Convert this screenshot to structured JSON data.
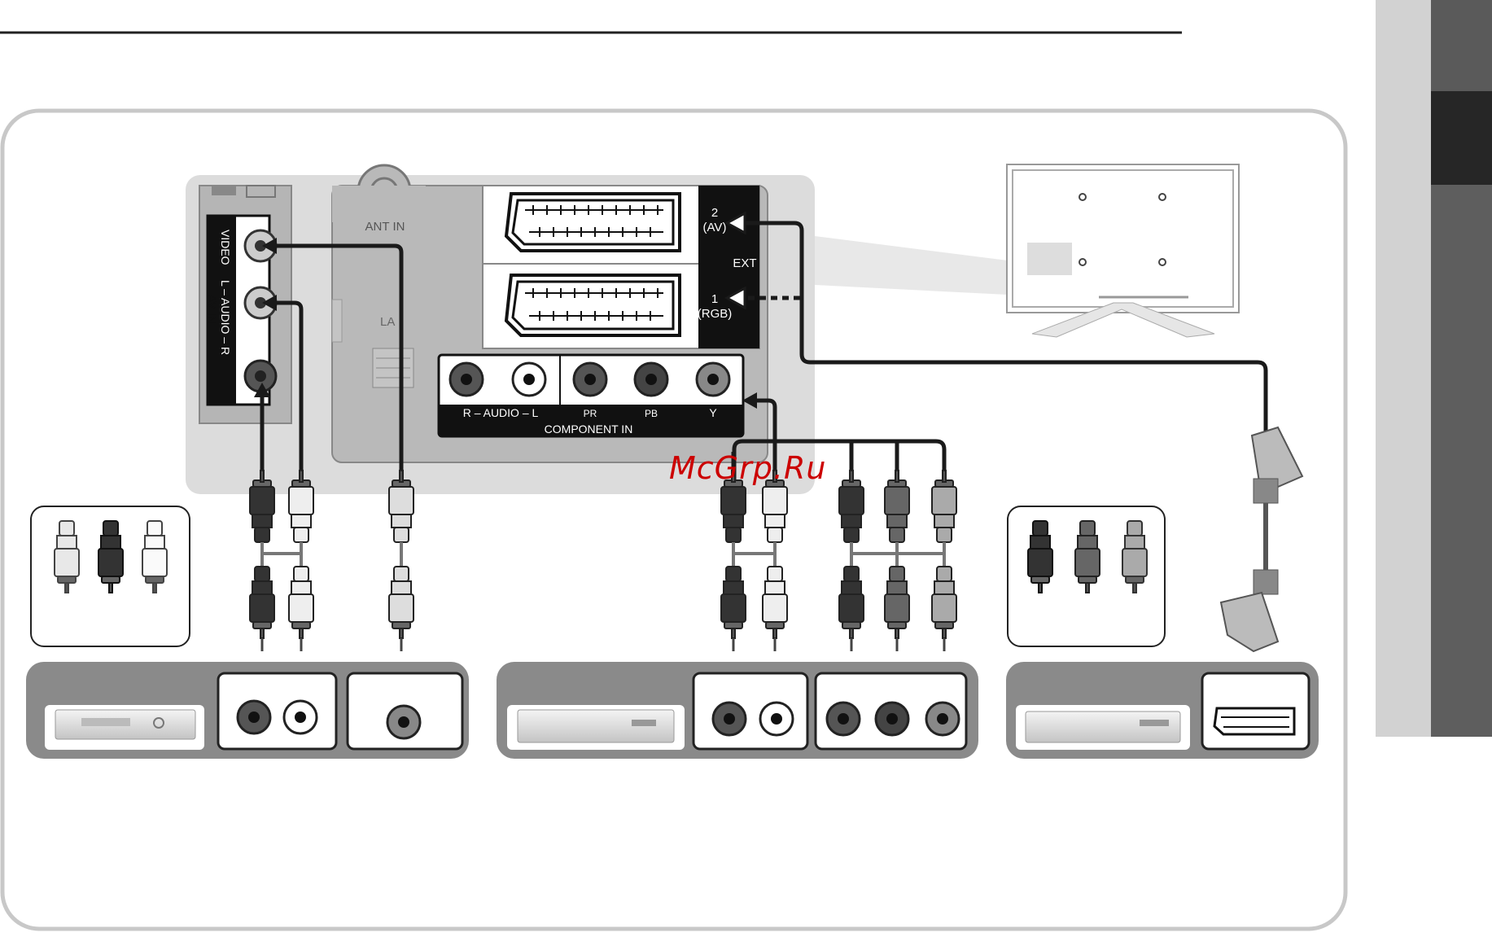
{
  "tv_panel": {
    "ant_in": "ANT IN",
    "lan": "LA",
    "av_in_video": "VIDEO",
    "av_in_audio": "L – AUDIO – R",
    "av_in_title": "AV IN",
    "ext_title": "EXT",
    "ext_2_num": "2",
    "ext_2_mode": "(AV)",
    "ext_1_num": "1",
    "ext_1_mode": "(RGB)",
    "component_audio": "R – AUDIO – L",
    "component_pr": "PR",
    "component_pb": "PB",
    "component_y": "Y",
    "component_title": "COMPONENT IN"
  },
  "watermark": "McGrp.Ru",
  "colors": {
    "panel_bg": "#d9d9d9",
    "frame": "#c8c8c8",
    "device_bar": "#8a8a8a",
    "cable": "#1a1a1a",
    "sidebar_light": "#d2d2d2",
    "sidebar_dark": "#262626",
    "watermark": "#cc0000"
  }
}
